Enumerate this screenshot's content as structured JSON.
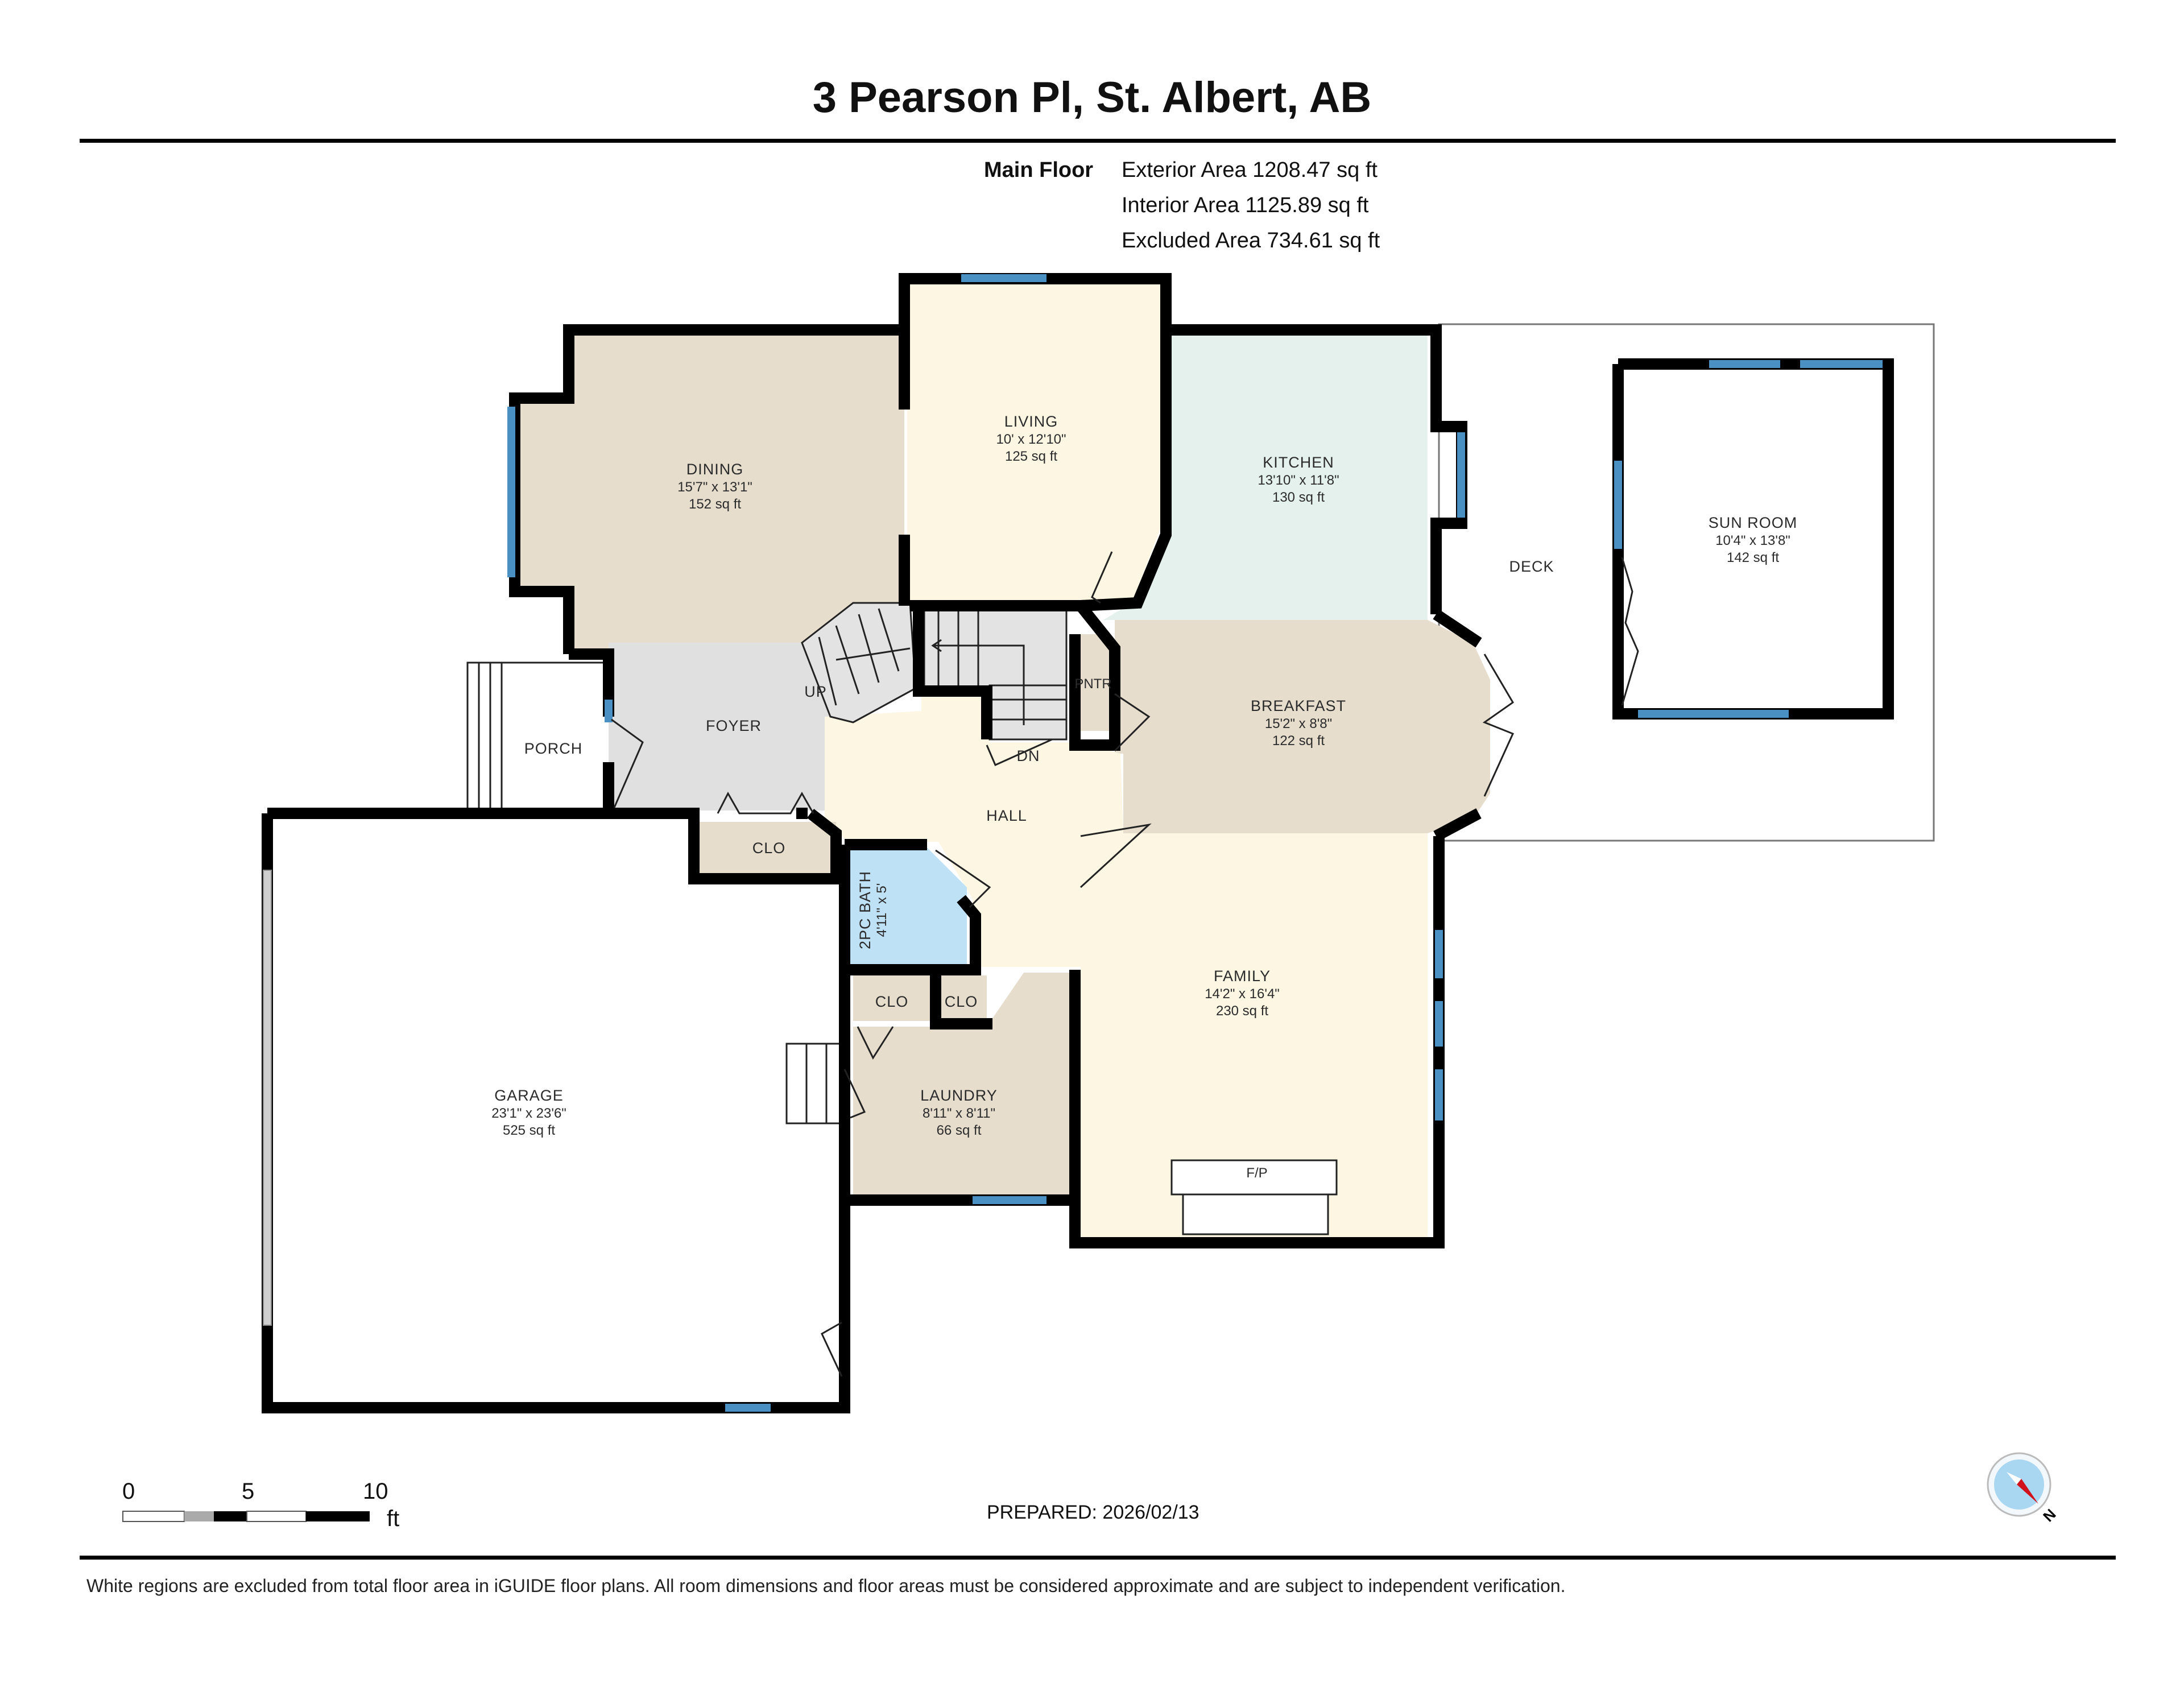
{
  "header": {
    "title": "3 Pearson Pl, St. Albert, AB"
  },
  "summary": {
    "floor_label": "Main Floor",
    "exterior_area": "Exterior Area 1208.47 sq ft",
    "interior_area": "Interior Area 1125.89 sq ft",
    "excluded_area": "Excluded Area 734.61 sq ft"
  },
  "rooms": {
    "dining": {
      "name": "DINING",
      "dims": "15'7\" x 13'1\"",
      "area": "152 sq ft"
    },
    "living": {
      "name": "LIVING",
      "dims": "10' x 12'10\"",
      "area": "125 sq ft"
    },
    "kitchen": {
      "name": "KITCHEN",
      "dims": "13'10\" x 11'8\"",
      "area": "130 sq ft"
    },
    "sun_room": {
      "name": "SUN ROOM",
      "dims": "10'4\" x 13'8\"",
      "area": "142 sq ft"
    },
    "deck": {
      "name": "DECK"
    },
    "breakfast": {
      "name": "BREAKFAST",
      "dims": "15'2\" x 8'8\"",
      "area": "122 sq ft"
    },
    "foyer": {
      "name": "FOYER"
    },
    "porch": {
      "name": "PORCH"
    },
    "hall": {
      "name": "HALL"
    },
    "pantry": {
      "name": "PNTR"
    },
    "stairs_up": {
      "name": "UP"
    },
    "stairs_down": {
      "name": "DN"
    },
    "closet_foyer": {
      "name": "CLO"
    },
    "bath": {
      "name": "2PC BATH",
      "dims": "4'11\" x 5'"
    },
    "closet_1": {
      "name": "CLO"
    },
    "closet_2": {
      "name": "CLO"
    },
    "laundry": {
      "name": "LAUNDRY",
      "dims": "8'11\" x 8'11\"",
      "area": "66 sq ft"
    },
    "family": {
      "name": "FAMILY",
      "dims": "14'2\" x 16'4\"",
      "area": "230 sq ft"
    },
    "fireplace": {
      "name": "F/P"
    },
    "garage": {
      "name": "GARAGE",
      "dims": "23'1\" x 23'6\"",
      "area": "525 sq ft"
    }
  },
  "colors": {
    "dining": "#e6ddcc",
    "living": "#fcf6e2",
    "kitchen": "#e4f1ec",
    "breakfast": "#e6ddcc",
    "foyer": "#e0e0e0",
    "hall": "#fcf6e2",
    "bath": "#bfe1f6",
    "closet": "#e6ddcc",
    "laundry": "#e6ddcc",
    "family": "#fcf6e2",
    "wall": "#000000",
    "window": "#4a90c2"
  },
  "scale_bar": {
    "ticks": [
      "0",
      "5",
      "10"
    ],
    "unit": "ft"
  },
  "footer": {
    "prepared": "PREPARED: 2026/02/13",
    "disclaimer": "White regions are excluded from total floor area in iGUIDE floor plans. All room dimensions and floor areas must be considered approximate and are subject to independent verification."
  },
  "compass": {
    "label": "N"
  }
}
